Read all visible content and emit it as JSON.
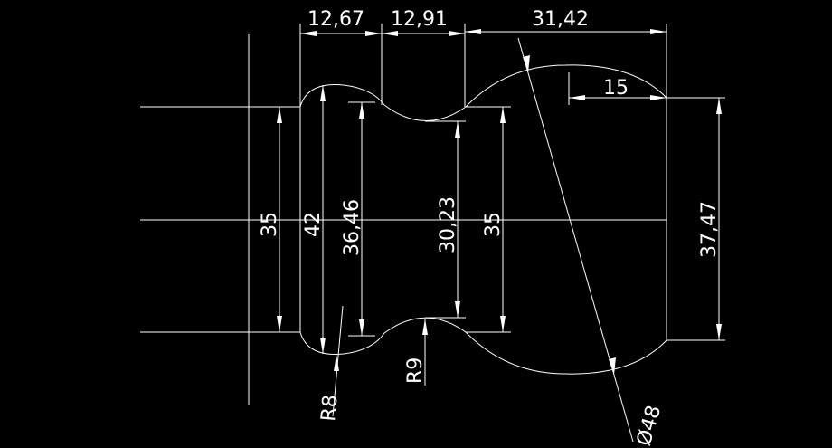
{
  "dimensions": {
    "top_left_width": "12,67",
    "top_mid_width": "12,91",
    "top_right_width": "31,42",
    "inner_15": "15",
    "height_35_left": "35",
    "height_42": "42",
    "height_36_46": "36,46",
    "height_30_23": "30,23",
    "height_35_right": "35",
    "height_37_47": "37,47",
    "radius_r8": "R8",
    "radius_r9": "R9",
    "diameter_48": "Ø48"
  }
}
